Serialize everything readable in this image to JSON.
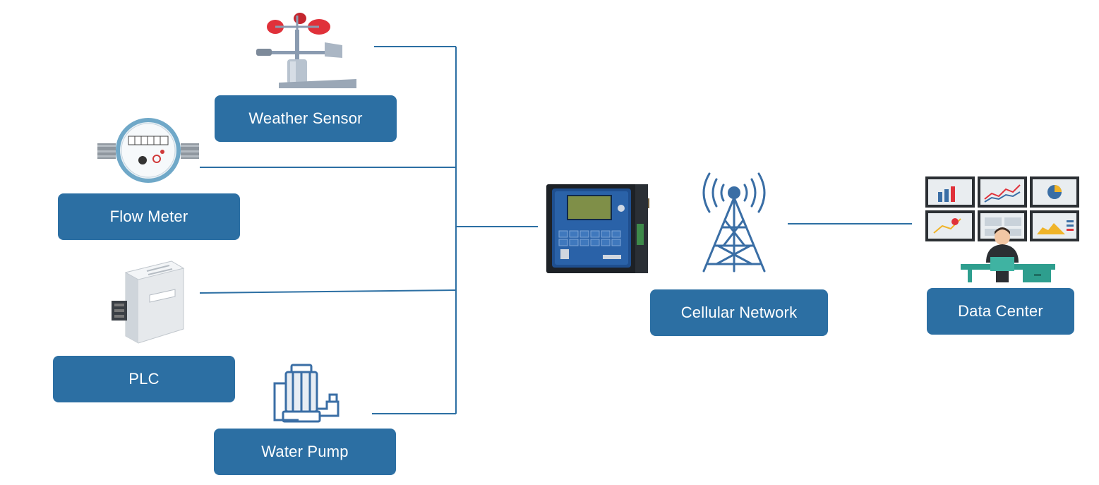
{
  "nodes": {
    "weather_sensor": {
      "label": "Weather Sensor",
      "icon": "anemometer-icon"
    },
    "flow_meter": {
      "label": "Flow Meter",
      "icon": "water-meter-icon"
    },
    "plc": {
      "label": "PLC",
      "icon": "plc-module-icon"
    },
    "water_pump": {
      "label": "Water Pump",
      "icon": "submersible-pump-icon"
    },
    "rtu": {
      "label": "",
      "icon": "rtu-device-icon"
    },
    "cellular_network": {
      "label": "Cellular Network",
      "icon": "cell-tower-icon"
    },
    "data_center": {
      "label": "Data Center",
      "icon": "monitoring-station-icon"
    }
  },
  "colors": {
    "label_fill": "#2c6fa3",
    "label_text": "#ffffff",
    "connector": "#2c6fa3",
    "icon_blue": "#3a6ea5",
    "anemometer_red": "#e0313a"
  }
}
